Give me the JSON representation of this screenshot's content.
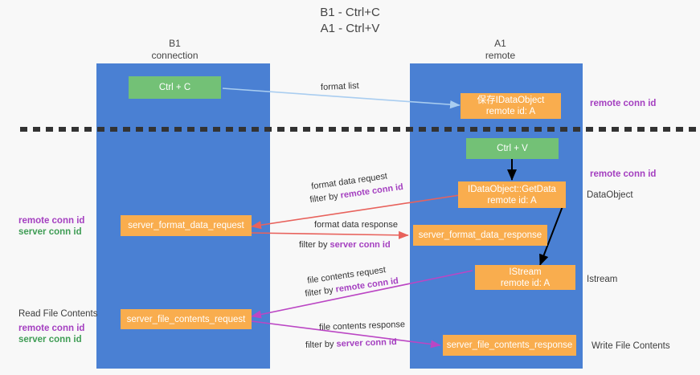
{
  "title": {
    "line1": "B1 - Ctrl+C",
    "line2": "A1 - Ctrl+V"
  },
  "columns": [
    {
      "name": "B1",
      "role": "connection"
    },
    {
      "name": "A1",
      "role": "remote"
    }
  ],
  "nodes": {
    "ctrl_c": "Ctrl + C",
    "ctrl_v": "Ctrl + V",
    "save_dataobject_l1": "保存IDataObject",
    "save_dataobject_l2": "remote id: A",
    "getdata_l1": "IDataObject::GetData",
    "getdata_l2": "remote id: A",
    "istream_l1": "IStream",
    "istream_l2": "remote id: A",
    "server_format_data_request": "server_format_data_request",
    "server_format_data_response": "server_format_data_response",
    "server_file_contents_request": "server_file_contents_request",
    "server_file_contents_response": "server_file_contents_response"
  },
  "edge_labels": {
    "format_list": "format list",
    "format_data_request": "format data request",
    "format_data_request_filter_prefix": "filter by ",
    "format_data_request_filter_key": "remote conn id",
    "format_data_response": "format data response",
    "format_data_response_filter_prefix": "filter by ",
    "format_data_response_filter_key": "server conn id",
    "file_contents_request": "file contents request",
    "file_contents_request_filter_prefix": "filter by ",
    "file_contents_request_filter_key": "remote conn id",
    "file_contents_response": "file contents response",
    "file_contents_response_filter_prefix": "filter by ",
    "file_contents_response_filter_key": "server conn id"
  },
  "left_labels": {
    "fmt_remote": "remote conn id",
    "fmt_server": "server conn id",
    "read_file_contents": "Read File Contents",
    "file_remote": "remote conn id",
    "file_server": "server conn id"
  },
  "right_labels": {
    "top_remote_conn_id": "remote conn id",
    "mid_remote_conn_id": "remote conn id",
    "dataobject": "DataObject",
    "istream": "Istream",
    "write_file_contents": "Write File Contents"
  },
  "colors": {
    "lane": "#4a80d3",
    "green_node": "#73c176",
    "orange_node": "#f9ad4e",
    "blue_arrow": "#a9cdf0",
    "red_arrow": "#e8625c",
    "magenta_arrow": "#bb46c4",
    "black_arrow": "#000000",
    "purple_text": "#a43fc0",
    "green_text": "#3f9d55",
    "background": "#f8f8f8"
  }
}
